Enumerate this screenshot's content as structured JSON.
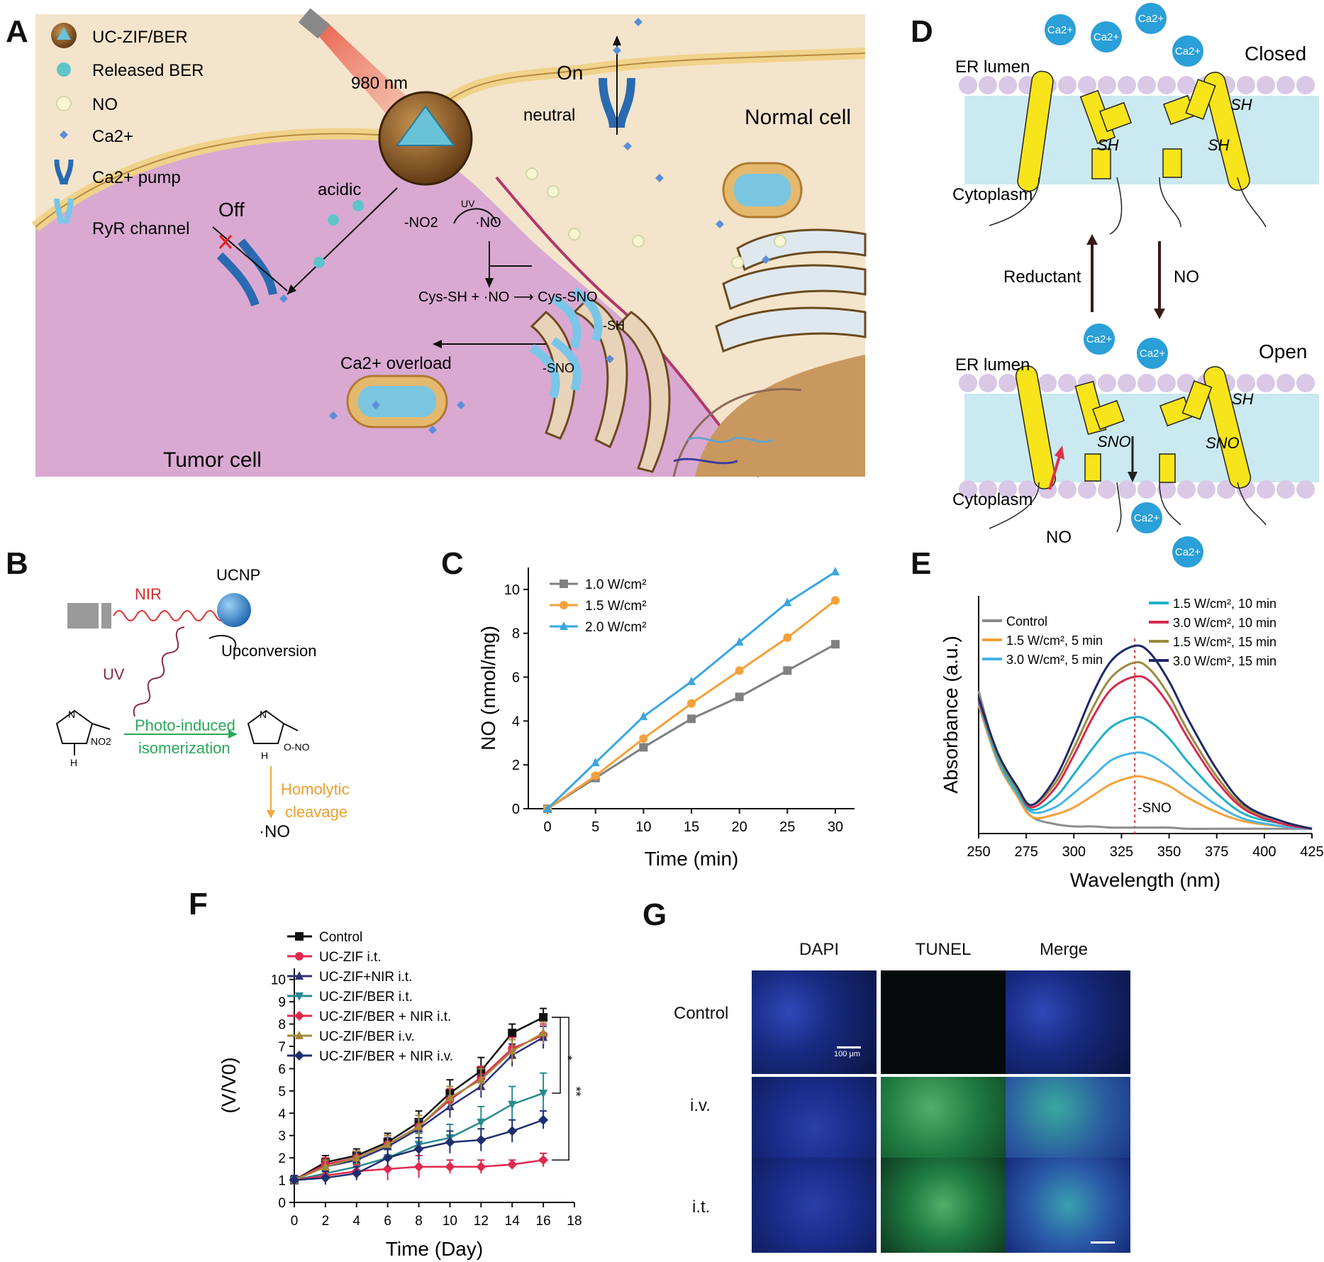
{
  "panels": {
    "A": "A",
    "B": "B",
    "C": "C",
    "D": "D",
    "E": "E",
    "F": "F",
    "G": "G"
  },
  "panel_a": {
    "legend": [
      "UC-ZIF/BER",
      "Released BER",
      "NO",
      "Ca2+",
      "Ca2+ pump",
      "RyR channel"
    ],
    "laser": "980 nm",
    "on": "On",
    "off": "Off",
    "neutral": "neutral",
    "acidic": "acidic",
    "normal_cell": "Normal cell",
    "tumor_cell": "Tumor cell",
    "no2": "-NO2",
    "uv": "UV",
    "no_radical": "·NO",
    "reaction": "Cys-SH + ·NO ⟶ Cys-SNO",
    "sh": "-SH",
    "sno": "-SNO",
    "overload": "Ca2+ overload"
  },
  "panel_b": {
    "nir": "NIR",
    "ucnp": "UCNP",
    "upconversion": "Upconversion",
    "uv": "UV",
    "no2": "NO2",
    "iso1": "Photo-induced",
    "iso2": "isomerization",
    "ono": "O-NO",
    "hom1": "Homolytic",
    "hom2": "cleavage",
    "product": "·NO",
    "n": "N",
    "h": "H"
  },
  "panel_d": {
    "closed": "Closed",
    "open": "Open",
    "er_lumen": "ER lumen",
    "cytoplasm": "Cytoplasm",
    "sh": "SH",
    "sno": "SNO",
    "reductant": "Reductant",
    "no": "NO",
    "ca": "Ca2+"
  },
  "chart_data": [
    {
      "id": "C",
      "type": "line",
      "x": [
        0,
        5,
        10,
        15,
        20,
        25,
        30
      ],
      "xlabel": "Time (min)",
      "ylabel": "NO (nmol/mg)",
      "xlim": [
        -2,
        32
      ],
      "ylim": [
        0,
        11
      ],
      "xticks": [
        0,
        5,
        10,
        15,
        20,
        25,
        30
      ],
      "yticks": [
        0,
        2,
        4,
        6,
        8,
        10
      ],
      "legend_position": "top-left",
      "series": [
        {
          "name": "1.0 W/cm²",
          "color": "#808080",
          "marker": "square",
          "values": [
            0,
            1.4,
            2.8,
            4.1,
            5.1,
            6.3,
            7.5
          ]
        },
        {
          "name": "1.5 W/cm²",
          "color": "#f5a13a",
          "marker": "circle",
          "values": [
            0,
            1.5,
            3.2,
            4.8,
            6.3,
            7.8,
            9.5
          ]
        },
        {
          "name": "2.0 W/cm²",
          "color": "#3aa6e0",
          "marker": "triangle",
          "values": [
            0,
            2.1,
            4.2,
            5.8,
            7.6,
            9.4,
            10.8
          ]
        }
      ]
    },
    {
      "id": "E",
      "type": "line",
      "x": [
        250,
        260,
        270,
        278,
        290,
        300,
        310,
        320,
        332,
        340,
        350,
        360,
        375,
        390,
        410,
        425
      ],
      "xlabel": "Wavelength (nm)",
      "ylabel": "Absorbance (a.u.)",
      "xlim": [
        250,
        425
      ],
      "ylim": [
        0,
        1
      ],
      "xticks": [
        250,
        275,
        300,
        325,
        350,
        375,
        400,
        425
      ],
      "annotation": "-SNO",
      "annotation_x": 332,
      "legend_position": "top",
      "series": [
        {
          "name": "Control",
          "color": "#8c8c8c",
          "values": [
            0.6,
            0.32,
            0.16,
            0.07,
            0.04,
            0.03,
            0.03,
            0.025,
            0.025,
            0.025,
            0.025,
            0.02,
            0.02,
            0.02,
            0.02,
            0.02
          ]
        },
        {
          "name": "1.5 W/cm², 5 min",
          "color": "#f5a13a",
          "values": [
            0.54,
            0.3,
            0.16,
            0.07,
            0.08,
            0.11,
            0.16,
            0.21,
            0.24,
            0.23,
            0.2,
            0.15,
            0.09,
            0.05,
            0.03,
            0.02
          ]
        },
        {
          "name": "3.0 W/cm², 5 min",
          "color": "#49b3e8",
          "values": [
            0.55,
            0.31,
            0.17,
            0.09,
            0.11,
            0.17,
            0.24,
            0.31,
            0.34,
            0.33,
            0.28,
            0.21,
            0.12,
            0.06,
            0.03,
            0.02
          ]
        },
        {
          "name": "1.5 W/cm², 10 min",
          "color": "#1eb0c8",
          "values": [
            0.56,
            0.32,
            0.18,
            0.1,
            0.15,
            0.25,
            0.36,
            0.45,
            0.49,
            0.47,
            0.4,
            0.3,
            0.17,
            0.08,
            0.04,
            0.02
          ]
        },
        {
          "name": "3.0 W/cm², 10 min",
          "color": "#d62a4e",
          "values": [
            0.56,
            0.33,
            0.19,
            0.11,
            0.19,
            0.33,
            0.49,
            0.61,
            0.66,
            0.64,
            0.54,
            0.4,
            0.22,
            0.1,
            0.04,
            0.02
          ]
        },
        {
          "name": "1.5 W/cm², 15 min",
          "color": "#9a8a3e",
          "values": [
            0.57,
            0.33,
            0.19,
            0.12,
            0.21,
            0.36,
            0.53,
            0.66,
            0.72,
            0.69,
            0.58,
            0.43,
            0.24,
            0.11,
            0.05,
            0.02
          ]
        },
        {
          "name": "3.0 W/cm², 15 min",
          "color": "#1f2a66",
          "values": [
            0.57,
            0.34,
            0.2,
            0.12,
            0.23,
            0.4,
            0.59,
            0.73,
            0.79,
            0.76,
            0.64,
            0.48,
            0.27,
            0.12,
            0.05,
            0.02
          ]
        }
      ]
    },
    {
      "id": "F",
      "type": "line",
      "x": [
        0,
        2,
        4,
        6,
        8,
        10,
        12,
        14,
        16
      ],
      "xlabel": "Time (Day)",
      "ylabel": "(V/V0)",
      "xlim": [
        0,
        18
      ],
      "ylim": [
        0,
        10.5
      ],
      "xticks": [
        0,
        2,
        4,
        6,
        8,
        10,
        12,
        14,
        16,
        18
      ],
      "yticks": [
        0,
        1,
        2,
        3,
        4,
        5,
        6,
        7,
        8,
        9,
        10
      ],
      "legend_position": "top-left",
      "significance": [
        "*",
        "**"
      ],
      "series": [
        {
          "name": "Control",
          "color": "#111111",
          "marker": "square",
          "values": [
            1,
            1.8,
            2.1,
            2.7,
            3.6,
            4.9,
            5.9,
            7.6,
            8.3
          ],
          "err": [
            0.2,
            0.3,
            0.3,
            0.4,
            0.5,
            0.6,
            0.6,
            0.4,
            0.4
          ]
        },
        {
          "name": "UC-ZIF i.t.",
          "color": "#e0294f",
          "marker": "circle",
          "values": [
            1,
            1.7,
            2.0,
            2.6,
            3.4,
            4.6,
            5.6,
            6.9,
            7.5
          ],
          "err": [
            0.2,
            0.3,
            0.3,
            0.4,
            0.5,
            0.5,
            0.5,
            0.5,
            0.5
          ]
        },
        {
          "name": "UC-ZIF+NIR i.t.",
          "color": "#2d2f7a",
          "marker": "triangle",
          "values": [
            1,
            1.6,
            1.9,
            2.5,
            3.3,
            4.3,
            5.2,
            6.6,
            7.4
          ],
          "err": [
            0.2,
            0.3,
            0.3,
            0.4,
            0.4,
            0.5,
            0.5,
            0.5,
            0.5
          ]
        },
        {
          "name": "UC-ZIF/BER i.t.",
          "color": "#2a8a8f",
          "marker": "triangle-down",
          "values": [
            1,
            1.3,
            1.6,
            2.0,
            2.6,
            2.9,
            3.6,
            4.4,
            4.9
          ],
          "err": [
            0.2,
            0.3,
            0.3,
            0.4,
            0.5,
            0.6,
            0.7,
            0.8,
            0.9
          ]
        },
        {
          "name": "UC-ZIF/BER + NIR i.t.",
          "color": "#e0294f",
          "marker": "diamond",
          "values": [
            1,
            1.2,
            1.4,
            1.5,
            1.6,
            1.6,
            1.6,
            1.7,
            1.9
          ],
          "err": [
            0.2,
            0.3,
            0.3,
            0.5,
            0.5,
            0.3,
            0.3,
            0.2,
            0.3
          ]
        },
        {
          "name": "UC-ZIF/BER i.v.",
          "color": "#a5893a",
          "marker": "triangle",
          "values": [
            1,
            1.6,
            2.0,
            2.6,
            3.4,
            4.7,
            5.5,
            6.8,
            7.6
          ],
          "err": [
            0.2,
            0.3,
            0.3,
            0.4,
            0.5,
            0.5,
            0.5,
            0.5,
            0.5
          ]
        },
        {
          "name": "UC-ZIF/BER + NIR i.v.",
          "color": "#1e2f70",
          "marker": "diamond",
          "values": [
            1,
            1.1,
            1.3,
            2.0,
            2.4,
            2.7,
            2.8,
            3.2,
            3.7
          ],
          "err": [
            0.2,
            0.3,
            0.3,
            0.4,
            0.5,
            0.5,
            0.5,
            0.5,
            0.4
          ]
        }
      ]
    }
  ],
  "panel_g": {
    "columns": [
      "DAPI",
      "TUNEL",
      "Merge"
    ],
    "rows": [
      "Control",
      "i.v.",
      "i.t."
    ],
    "scale": "100 μm"
  }
}
